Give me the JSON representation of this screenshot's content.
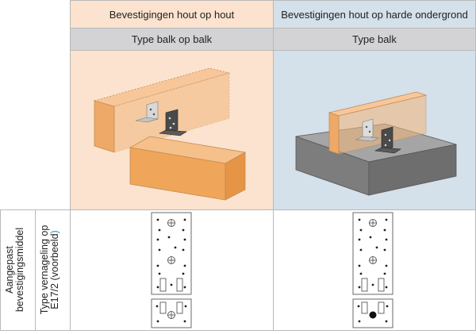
{
  "columns": [
    {
      "header": "Bevestigingen hout op hout",
      "subheader": "Type balk op balk"
    },
    {
      "header": "Bevestigingen hout op harde ondergrond",
      "subheader": "Type balk"
    }
  ],
  "row_labels": {
    "outer": [
      "Aangepast",
      "bevestigingsmiddel"
    ],
    "inner_line1": "Type vernageling op",
    "inner_line2_main": "E17/2 (voorbeeld",
    "inner_line2_accent": ")"
  },
  "colors": {
    "left_header_bg": "#fbe3cf",
    "right_header_bg": "#d4e0ea",
    "subheader_bg": "#d3d3d5",
    "wood": "#f0a65a",
    "concrete": "#8f8f8f",
    "accent": "#2d8fd1"
  },
  "icons": [
    "angle-bracket-icon",
    "nail-pattern-diagram"
  ]
}
